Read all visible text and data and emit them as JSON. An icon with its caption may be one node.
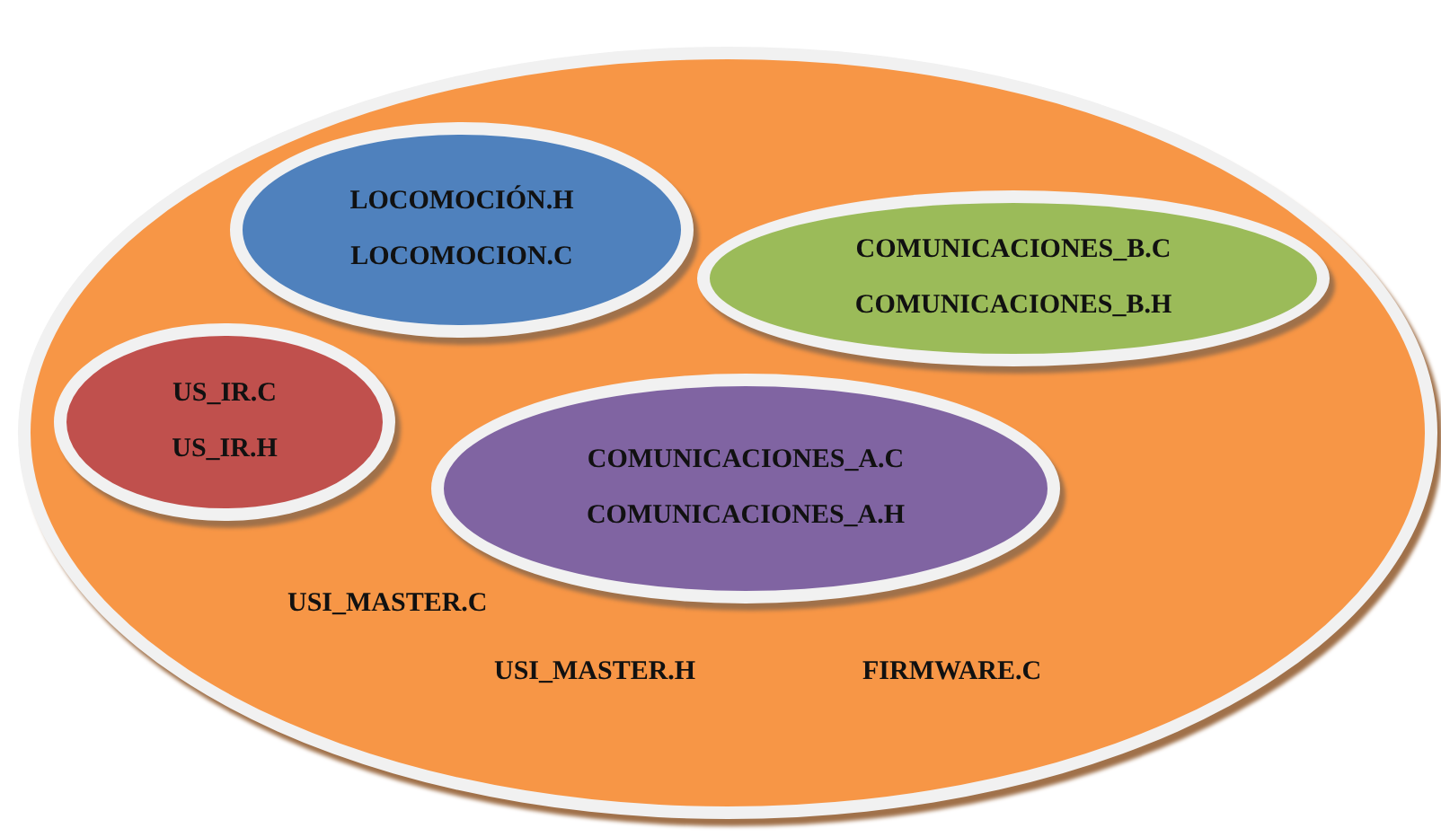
{
  "diagram": {
    "nodes": [
      {
        "text": [
          "USI_MASTER.C",
          "USI_MASTER.H",
          "FIRMWARE.C"
        ]
      },
      {
        "text": [
          "LOCOMOCIÓN.H",
          "LOCOMOCION.C"
        ],
        "in": 0
      },
      {
        "text": [
          "COMUNICACIONES_B.C",
          "COMUNICACIONES_B.H"
        ],
        "in": 0
      },
      {
        "text": [
          "US_IR.C",
          "US_IR.H"
        ],
        "in": 0
      },
      {
        "text": [
          "COMUNICACIONES_A.C",
          "COMUNICACIONES_A.H"
        ],
        "in": 0
      }
    ]
  }
}
